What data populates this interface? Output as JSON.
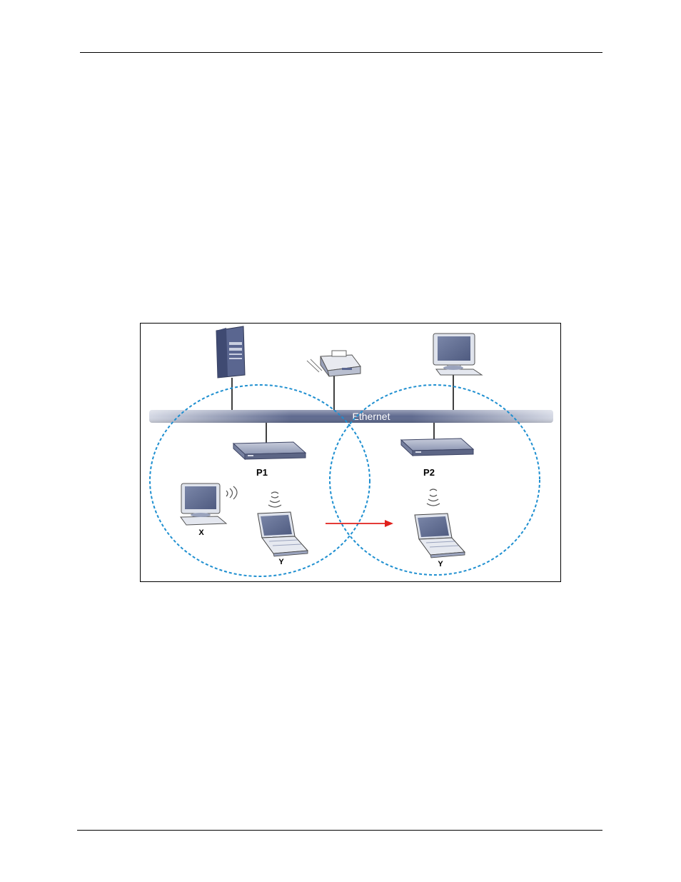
{
  "figure": {
    "bus_label": "Ethernet",
    "ap_labels": {
      "left": "P1",
      "right": "P2"
    },
    "client_labels": {
      "desktop": "X",
      "laptop_before": "Y",
      "laptop_after": "Y"
    },
    "colors": {
      "coverage_circle": "#1e8fd0",
      "roam_arrow": "#e0201c",
      "ethernet_bar": "#5f6a8f",
      "ethernet_text": "#ffffff",
      "device_body": "#9aa3bd",
      "screen": "#5c6a8f"
    },
    "icons": [
      "server-icon",
      "printer-icon",
      "desktop-computer-icon",
      "access-point-icon",
      "laptop-icon",
      "wireless-signal-icon"
    ]
  }
}
